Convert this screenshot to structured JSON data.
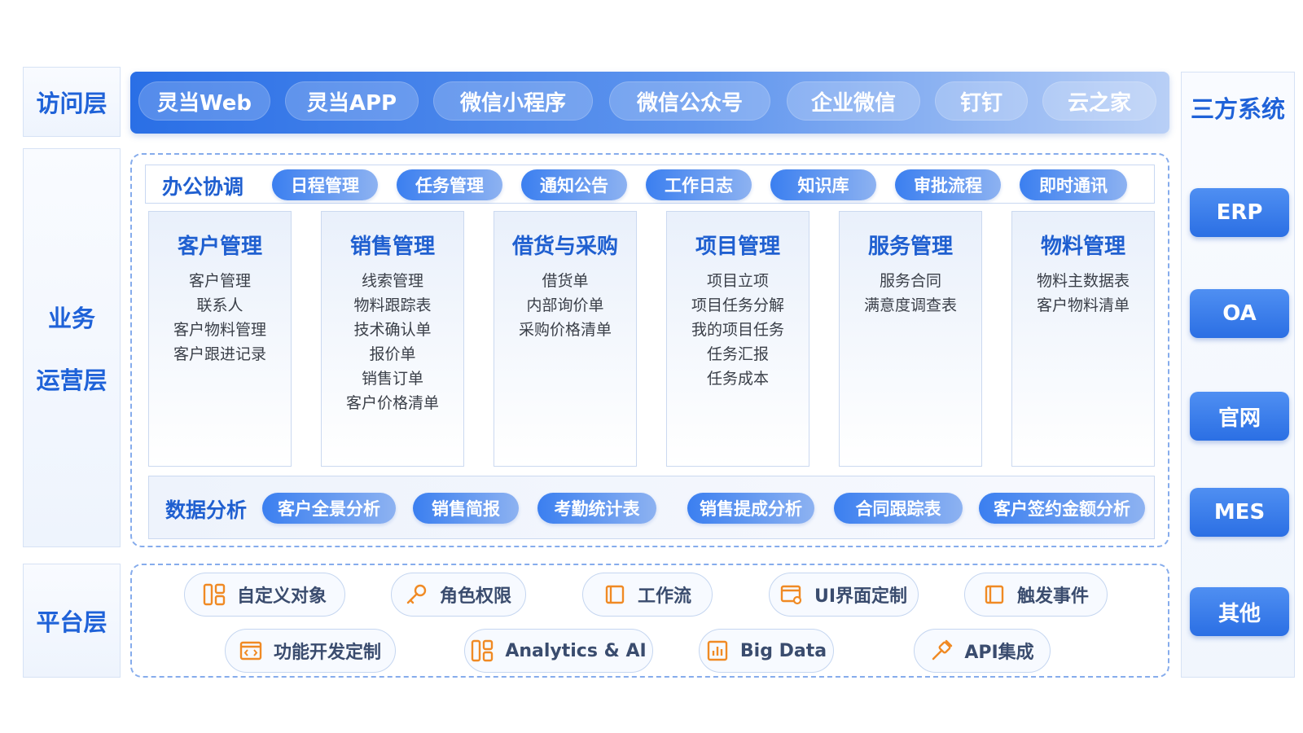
{
  "layers": {
    "access": "访问层",
    "business_line1": "业务",
    "business_line2": "运营层",
    "platform": "平台层"
  },
  "access_channels": [
    "灵当Web",
    "灵当APP",
    "微信小程序",
    "微信公众号",
    "企业微信",
    "钉钉",
    "云之家"
  ],
  "office": {
    "title": "办公协调",
    "items": [
      "日程管理",
      "任务管理",
      "通知公告",
      "工作日志",
      "知识库",
      "审批流程",
      "即时通讯"
    ]
  },
  "modules": [
    {
      "title": "客户管理",
      "items": [
        "客户管理",
        "联系人",
        "客户物料管理",
        "客户跟进记录"
      ]
    },
    {
      "title": "销售管理",
      "items": [
        "线索管理",
        "物料跟踪表",
        "技术确认单",
        "报价单",
        "销售订单",
        "客户价格清单"
      ]
    },
    {
      "title": "借货与采购",
      "items": [
        "借货单",
        "内部询价单",
        "采购价格清单"
      ]
    },
    {
      "title": "项目管理",
      "items": [
        "项目立项",
        "项目任务分解",
        "我的项目任务",
        "任务汇报",
        "任务成本"
      ]
    },
    {
      "title": "服务管理",
      "items": [
        "服务合同",
        "满意度调查表"
      ]
    },
    {
      "title": "物料管理",
      "items": [
        "物料主数据表",
        "客户物料清单"
      ]
    }
  ],
  "analysis": {
    "title": "数据分析",
    "items": [
      "客户全景分析",
      "销售简报",
      "考勤统计表",
      "销售提成分析",
      "合同跟踪表",
      "客户签约金额分析"
    ]
  },
  "platform": {
    "row1": [
      {
        "label": "自定义对象",
        "icon": "grid-blocks-icon"
      },
      {
        "label": "角色权限",
        "icon": "key-icon"
      },
      {
        "label": "工作流",
        "icon": "scroll-icon"
      },
      {
        "label": "UI界面定制",
        "icon": "window-gear-icon"
      },
      {
        "label": "触发事件",
        "icon": "scroll-icon"
      }
    ],
    "row2": [
      {
        "label": "功能开发定制",
        "icon": "code-window-icon"
      },
      {
        "label": "Analytics & AI",
        "icon": "grid-blocks-icon"
      },
      {
        "label": "Big Data",
        "icon": "bar-chart-icon"
      },
      {
        "label": "API集成",
        "icon": "plug-icon"
      }
    ]
  },
  "third_party": {
    "title": "三方系统",
    "items": [
      "ERP",
      "OA",
      "官网",
      "MES",
      "其他"
    ]
  },
  "colors": {
    "primary": "#2a6fe6",
    "accent_orange": "#f08a24",
    "title_blue": "#1f62d8"
  }
}
